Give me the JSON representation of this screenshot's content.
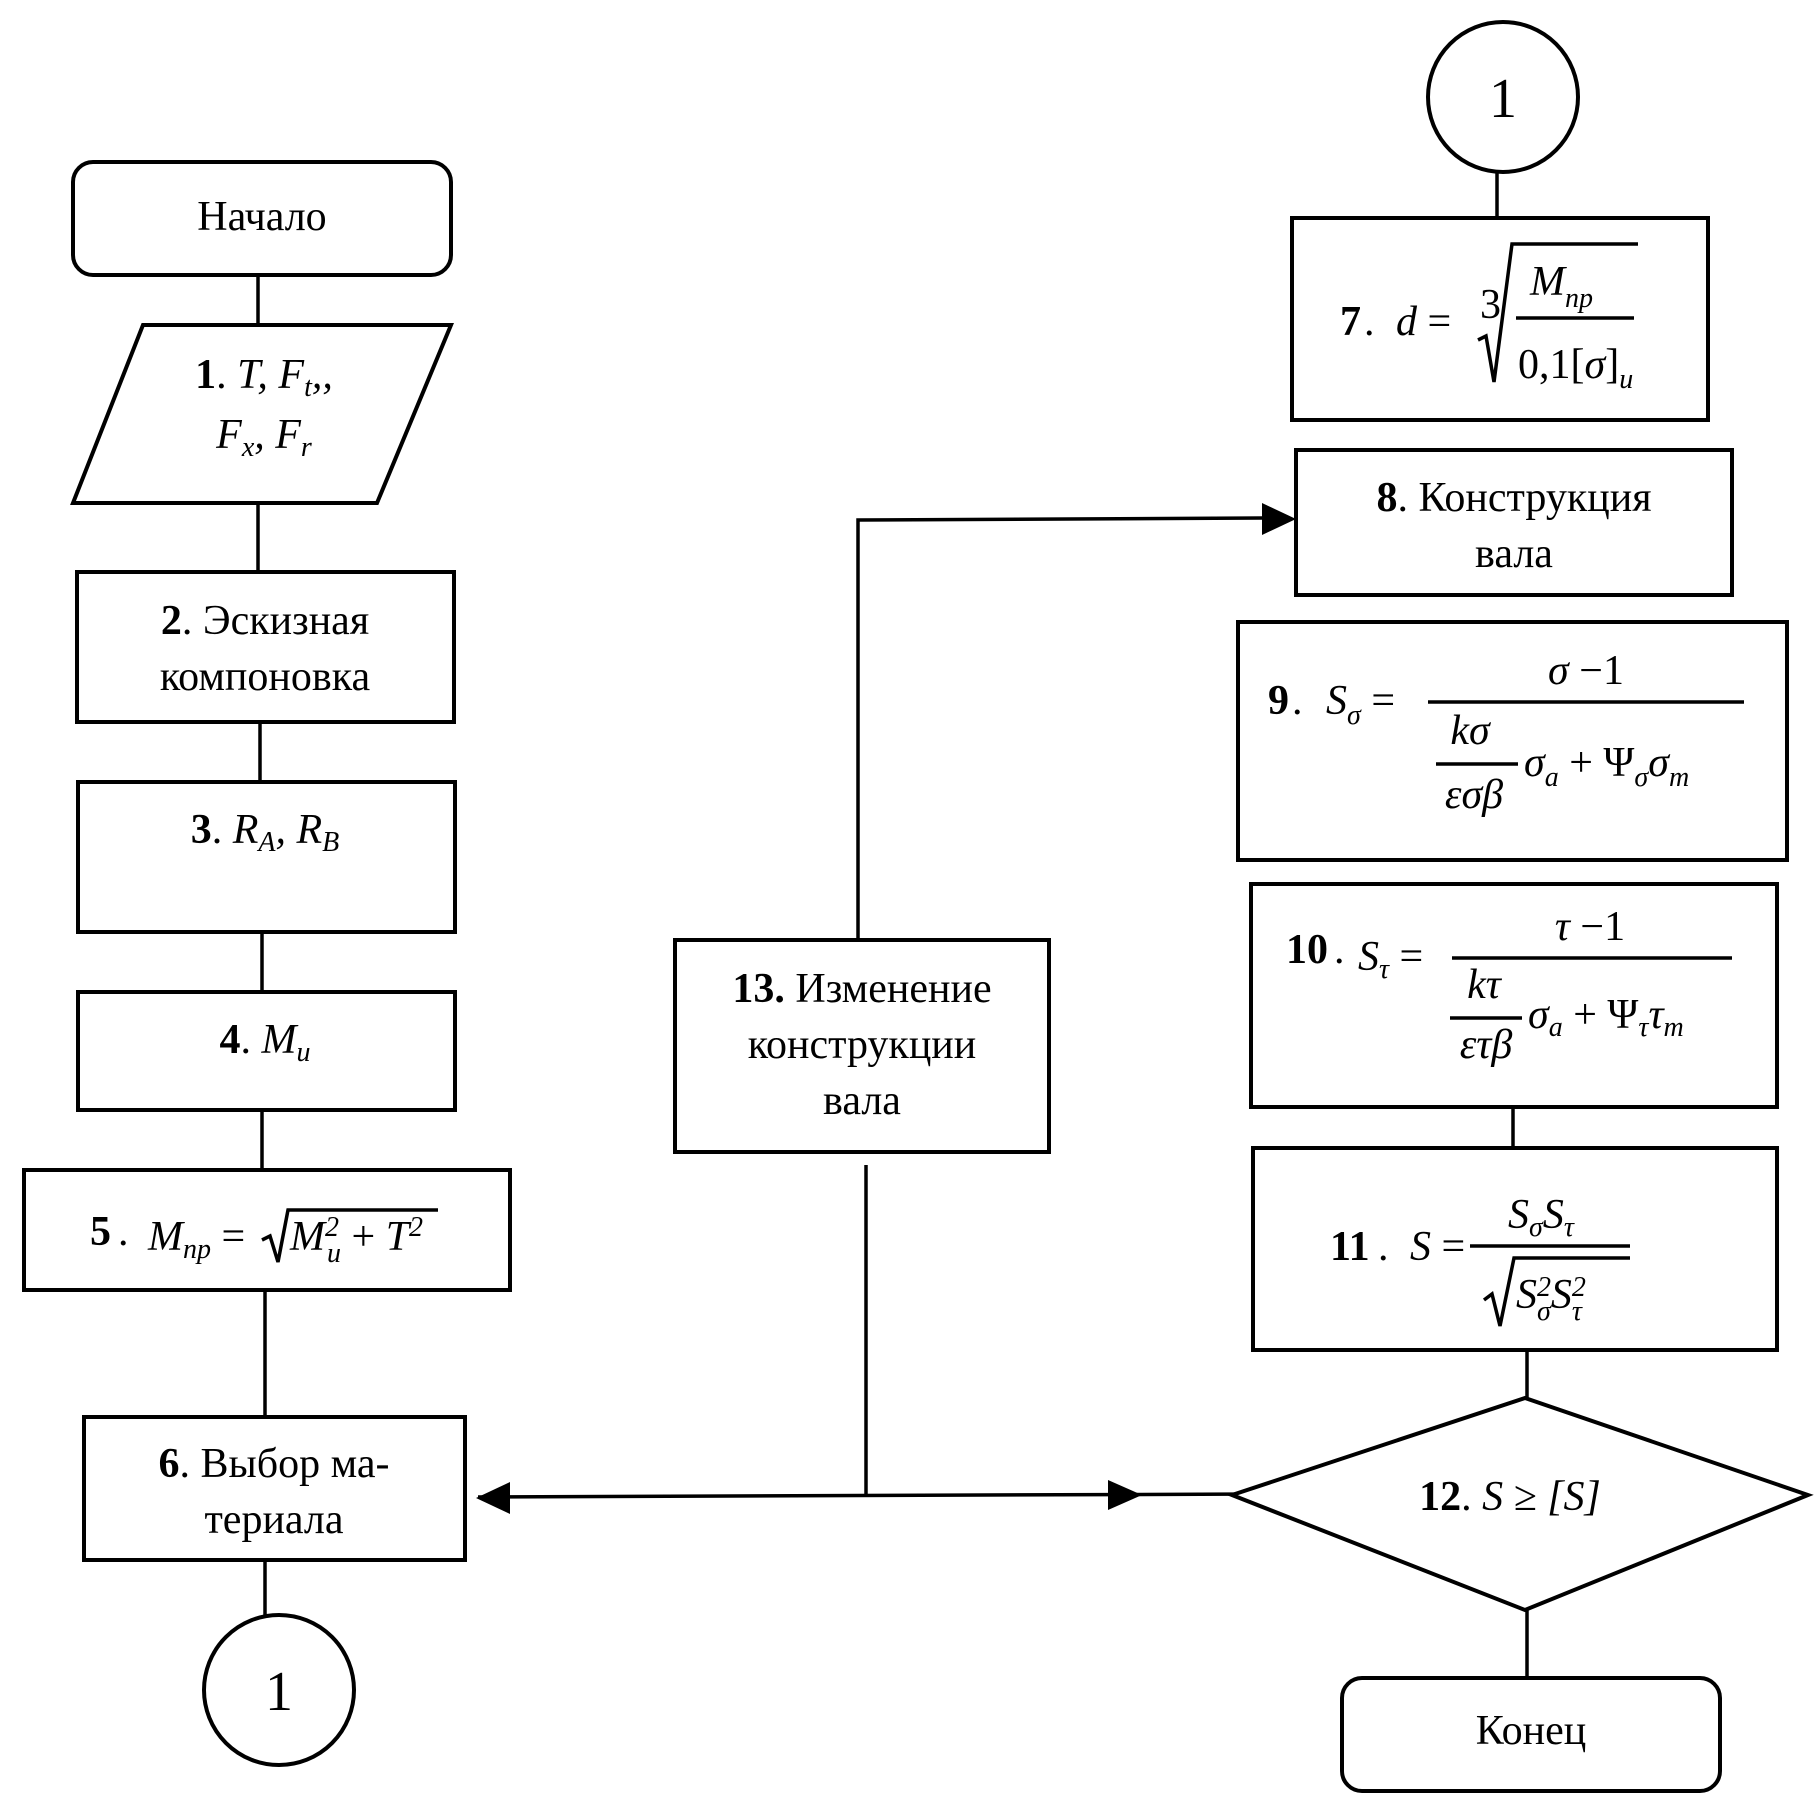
{
  "start": {
    "label": "Начало"
  },
  "end": {
    "label": "Конец"
  },
  "connector": {
    "label": "1"
  },
  "blocks": {
    "b1": {
      "num": "1",
      "line1": "T, Ft,,",
      "line2": "Fx, Fr"
    },
    "b2": {
      "num": "2",
      "line1": "Эскизная",
      "line2": "компоновка"
    },
    "b3": {
      "num": "3",
      "text": "RA, RB"
    },
    "b4": {
      "num": "4",
      "text": "Mu"
    },
    "b5": {
      "num": "5",
      "formula": "Mnp = √(Mu² + T²)"
    },
    "b6": {
      "num": "6",
      "line1": "Выбор ма-",
      "line2": "териала"
    },
    "b7": {
      "num": "7",
      "formula": "d = ∛(Mnp / 0,1[σ]u)"
    },
    "b8": {
      "num": "8",
      "line1": "Конструкция",
      "line2": "вала"
    },
    "b9": {
      "num": "9",
      "formula": "Sσ = σ−1 / ((kσ/εσβ)σa + Ψσσm)"
    },
    "b10": {
      "num": "10",
      "formula": "Sτ = τ−1 / ((kτ/ετβ)σa + Ψττm)"
    },
    "b11": {
      "num": "11",
      "formula": "S = SσSτ / √(Sσ²Sτ²)"
    },
    "b12": {
      "num": "12",
      "condition": "S ≥ [S]"
    },
    "b13": {
      "num": "13",
      "line1": "Изменение",
      "line2": "конструкции",
      "line3": "вала"
    }
  }
}
